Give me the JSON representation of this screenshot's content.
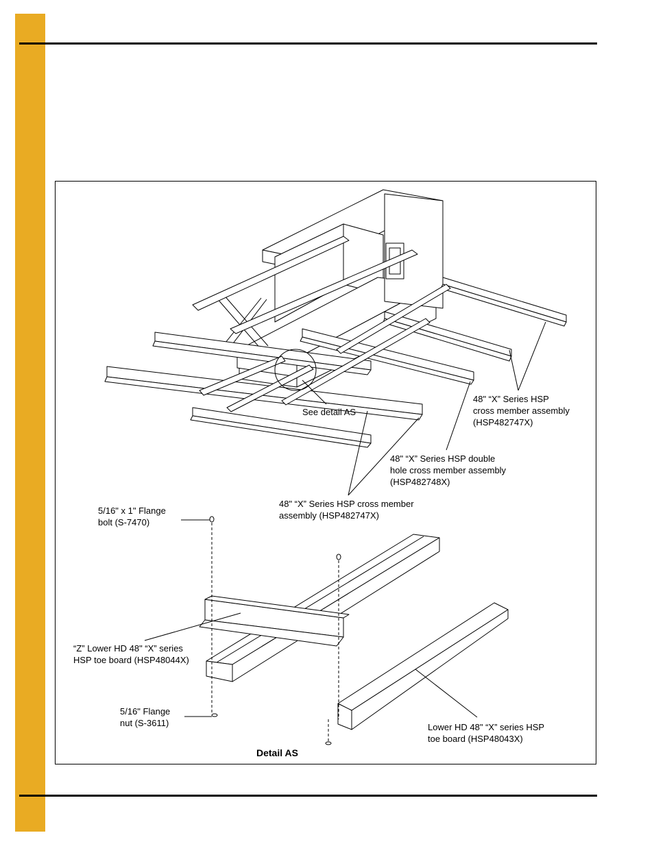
{
  "callouts": {
    "see_detail": "See detail AS",
    "cross_member_right": "48\" “X” Series HSP\ncross member assembly\n(HSP482747X)",
    "double_hole": "48\" “X” Series HSP double\nhole cross member assembly\n(HSP482748X)",
    "cross_member_left": "48\" “X” Series HSP cross member\nassembly (HSP482747X)",
    "flange_bolt": "5/16\" x 1\" Flange\nbolt (S-7470)",
    "z_toe_board": "“Z” Lower HD 48\" “X” series\nHSP toe board (HSP48044X)",
    "flange_nut": "5/16\" Flange\nnut (S-3611)",
    "lower_toe_board": "Lower HD 48\" “X” series HSP\ntoe board (HSP48043X)",
    "detail_title": "Detail AS"
  },
  "colors": {
    "side_bar": "#e9ab23",
    "rule": "#000000",
    "line": "#000000"
  }
}
